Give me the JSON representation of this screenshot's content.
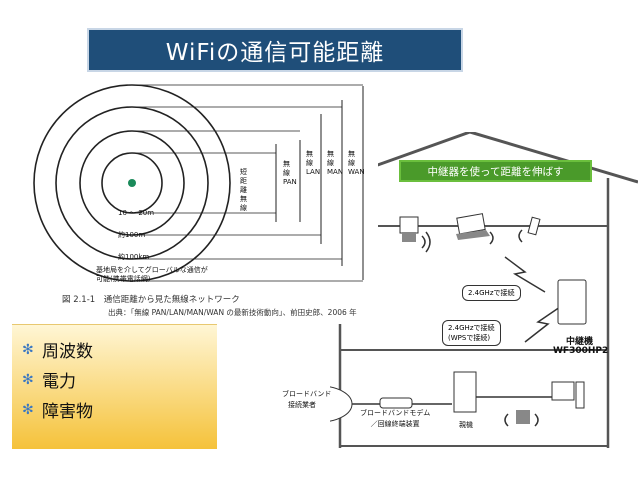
{
  "slide": {
    "title": "WiFiの通信可能距離"
  },
  "left_figure": {
    "labels": {
      "short_range": "短距離無線",
      "pan": "無線PAN",
      "lan": "無線LAN",
      "man": "無線MAN",
      "wan": "無線WAN",
      "ring1": "10 ～ 20m",
      "ring2": "約100m",
      "ring3": "約100km",
      "base_station_note": "基地局を介してグローバルな通信が可能(携帯電話網)"
    },
    "caption": "図 2.1-1　通信距離から見た無線ネットワーク",
    "source": "出典：「無線 PAN/LAN/MAN/WAN の最新技術動向」、前田史郎、2006 年"
  },
  "bullets": [
    "周波数",
    "電力",
    "障害物"
  ],
  "house": {
    "caption": "中継器を使って距離を伸ばす",
    "bubble1": "2.4GHzで接続",
    "bubble2_line1": "2.4GHzで接続",
    "bubble2_line2": "(WPSで接続)",
    "repeater_label1": "中継機",
    "repeater_label2": "WF300HP2",
    "isp_line1": "ブロードバンド",
    "isp_line2": "接続業者",
    "modem_line1": "ブロードバンドモデム",
    "modem_line2": "／回線終端装置",
    "router_label": "親機"
  },
  "colors": {
    "title_bg": "#1f4e79",
    "caption_bg": "#4a9a2a",
    "bullet_gradient_top": "#fff6d5",
    "bullet_gradient_bottom": "#f5c23a",
    "bullet_mark": "#3b78c2"
  }
}
